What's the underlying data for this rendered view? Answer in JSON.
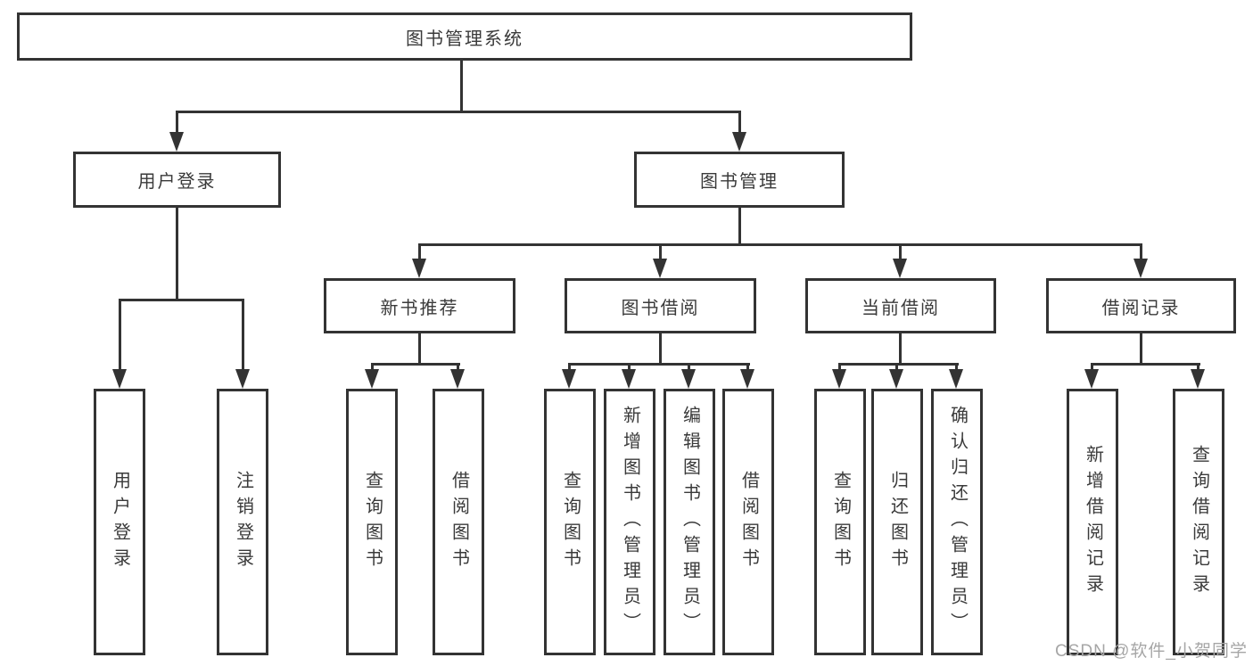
{
  "colors": {
    "line": "#333333",
    "text": "#3a3a3a",
    "background": "#ffffff",
    "watermark": "#a6a6a6"
  },
  "tree": {
    "label": "图书管理系统",
    "children": [
      {
        "label": "用户登录",
        "children": [
          {
            "label": "用户登录"
          },
          {
            "label": "注销登录"
          }
        ]
      },
      {
        "label": "图书管理",
        "children": [
          {
            "label": "新书推荐",
            "children": [
              {
                "label": "查询图书"
              },
              {
                "label": "借阅图书"
              }
            ]
          },
          {
            "label": "图书借阅",
            "children": [
              {
                "label": "查询图书"
              },
              {
                "label": "新增图书（管理员）"
              },
              {
                "label": "编辑图书（管理员）"
              },
              {
                "label": "借阅图书"
              }
            ]
          },
          {
            "label": "当前借阅",
            "children": [
              {
                "label": "查询图书"
              },
              {
                "label": "归还图书"
              },
              {
                "label": "确认归还（管理员）"
              }
            ]
          },
          {
            "label": "借阅记录",
            "children": [
              {
                "label": "新增借阅记录"
              },
              {
                "label": "查询借阅记录"
              }
            ]
          }
        ]
      }
    ]
  },
  "watermark": {
    "text": "CSDN @软件_小贺同学"
  }
}
